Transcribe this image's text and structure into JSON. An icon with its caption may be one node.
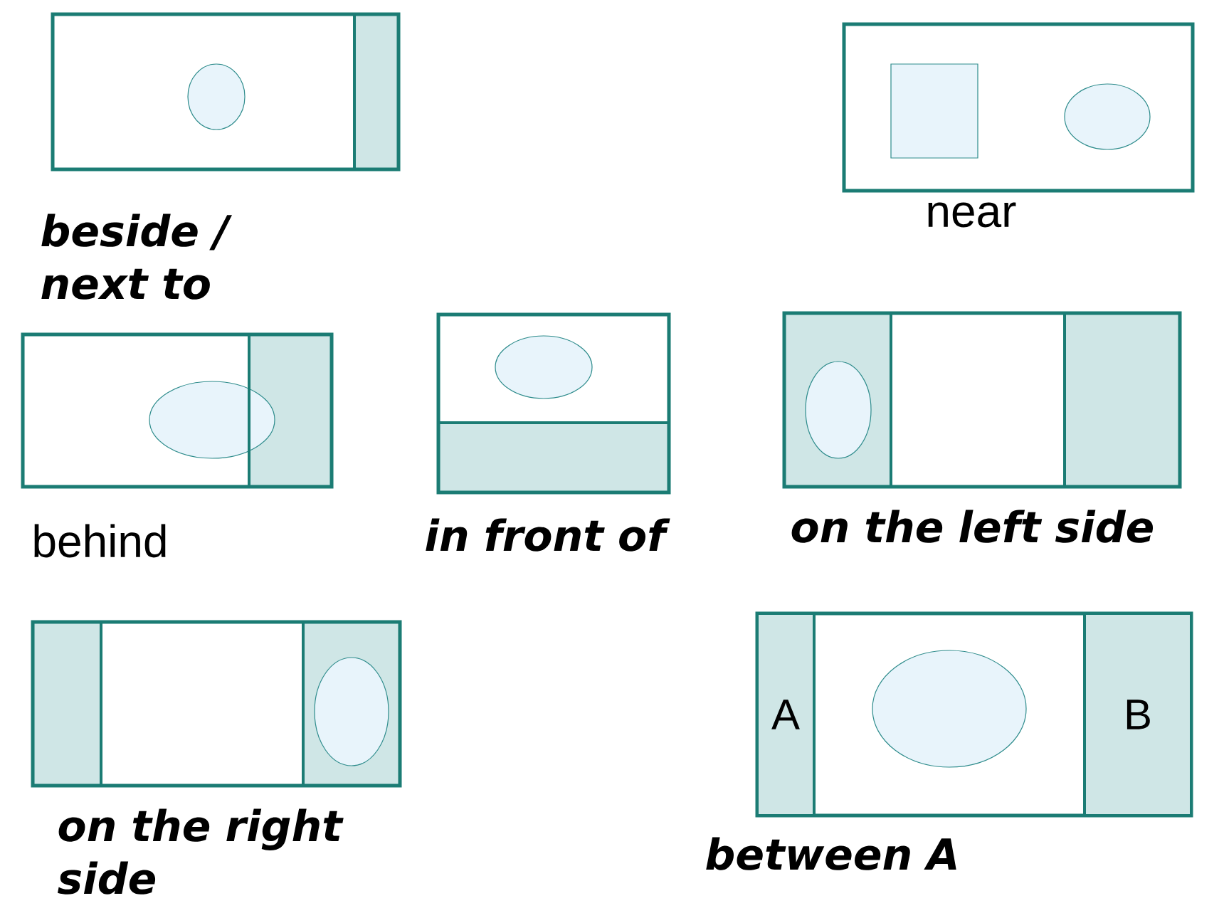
{
  "diagram": {
    "nodes": [
      {
        "text": [
          "A"
        ]
      },
      {
        "text": [
          "B"
        ]
      }
    ],
    "labels": [
      "beside / next to",
      "near",
      "behind",
      "in front of",
      "on the left side",
      "on the right side",
      "between  A"
    ]
  }
}
